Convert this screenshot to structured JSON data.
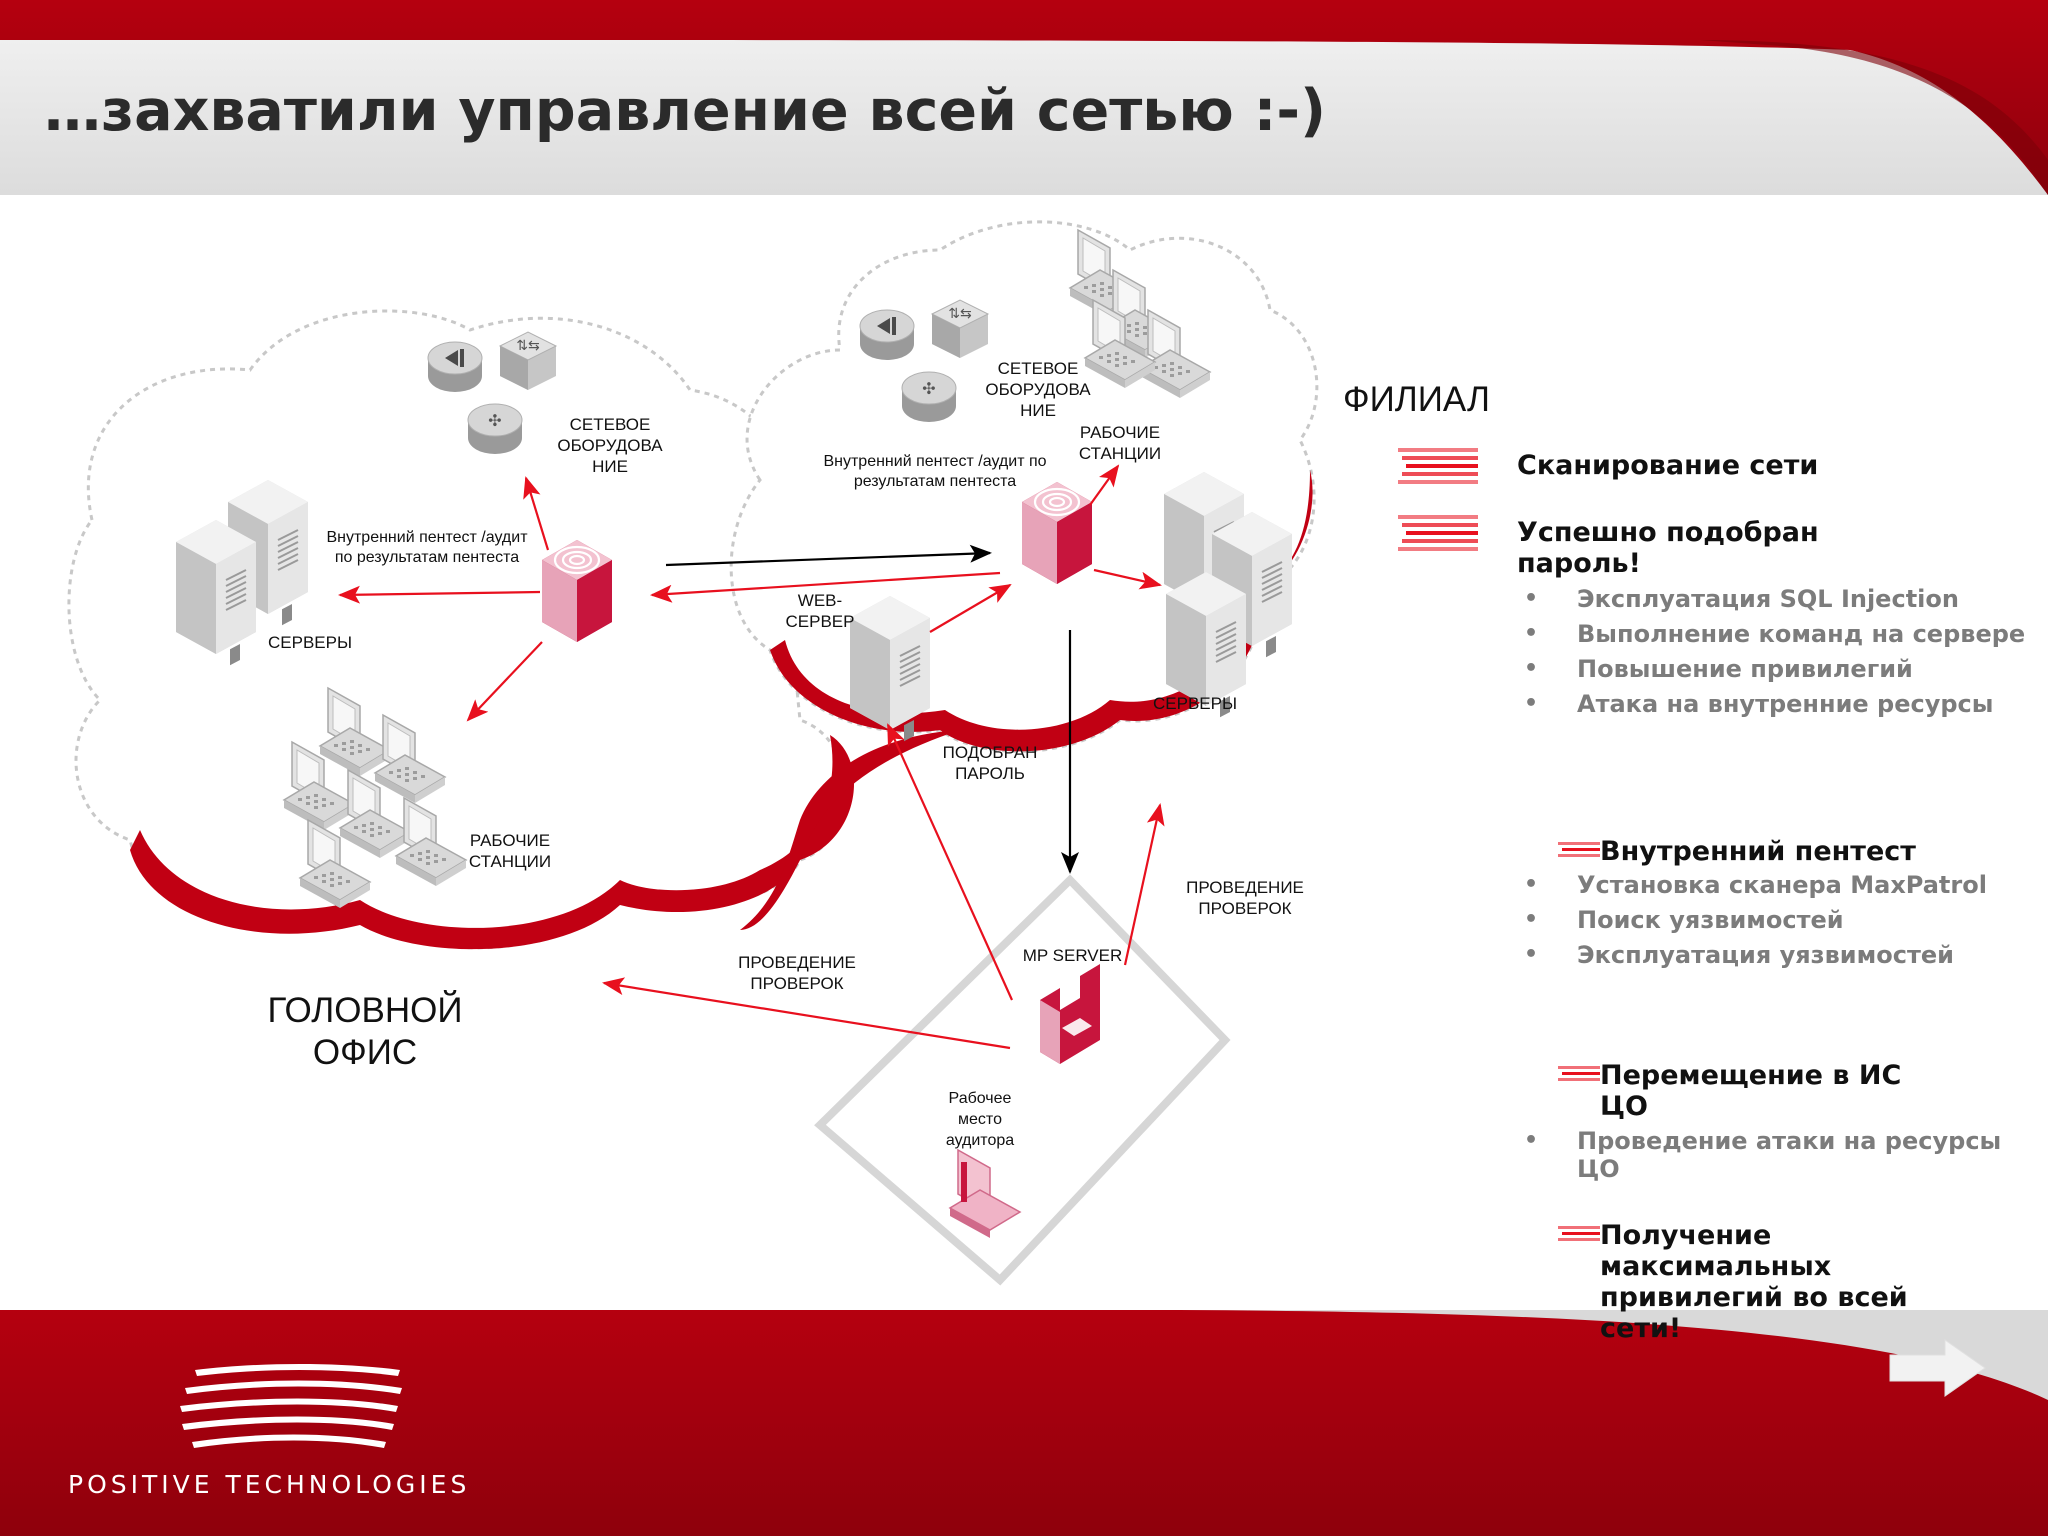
{
  "title": "…захватили управление всей сетью :-)",
  "head_office": {
    "network_equipment_label": "СЕТЕВОЕ\nОБОРУДОВА\nНИЕ",
    "pentest_label": "Внутренний пентест  /аудит\nпо результатам пентеста",
    "servers_label": "СЕРВЕРЫ",
    "workstations_label": "РАБОЧИЕ\nСТАНЦИИ",
    "office_name": "ГОЛОВНОЙ\nОФИС"
  },
  "branch": {
    "network_equipment_label": "СЕТЕВОЕ\nОБОРУДОВА\nНИЕ",
    "workstations_label": "РАБОЧИЕ\nСТАНЦИИ",
    "pentest_label": "Внутренний пентест  /аудит по\nрезультатам пентеста",
    "web_server_label": "WEB-\nСЕРВЕР",
    "servers_label": "СЕРВЕРЫ",
    "name": "ФИЛИАЛ"
  },
  "links": {
    "password_label": "ПОДОБРАН\nПАРОЛЬ",
    "checks_right_label": "ПРОВЕДЕНИЕ\nПРОВЕРОК",
    "checks_left_label": "ПРОВЕДЕНИЕ\nПРОВЕРОК"
  },
  "mp": {
    "server_label": "MP SERVER",
    "auditor_label": "Рабочее\nместо\nаудитора"
  },
  "steps": [
    {
      "heading": "Сканирование сети",
      "items": []
    },
    {
      "heading": "Успешно подобран пароль!",
      "items": [
        "Эксплуатация SQL Injection",
        "Выполнение команд на сервере",
        "Повышение привилегий",
        "Атака на внутренние ресурсы"
      ]
    },
    {
      "heading": "Внутренний пентест",
      "items": [
        "Установка сканера MaxPatrol",
        "Поиск уязвимостей",
        "Эксплуатация уязвимостей"
      ]
    },
    {
      "heading": "Перемещение в ИС ЦО",
      "items": [
        "Проведение атаки на ресурсы ЦО"
      ]
    },
    {
      "heading": "Получение максимальных привилегий во всей сети!",
      "items": []
    }
  ],
  "bullet_char": "•",
  "footer": {
    "logo_text": "POSITIVE TECHNOLOGIES"
  },
  "colors": {
    "brand_red": "#a00010",
    "arrow_red": "#e8101e",
    "dark_text": "#2b2b2b",
    "gray_text": "#7c7c7c"
  },
  "icons": [
    "firewall-icon",
    "switch-icon",
    "router-icon",
    "server-icon",
    "workstation-icon",
    "scanner-icon",
    "mp-server-icon",
    "auditor-laptop-icon",
    "next-arrow-icon"
  ]
}
